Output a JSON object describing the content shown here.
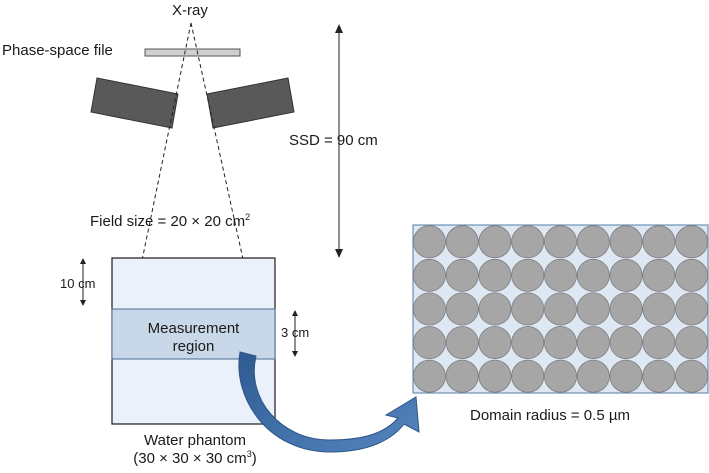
{
  "labels": {
    "source": "X-ray",
    "phase_space": "Phase-space file",
    "ssd": "SSD = 90 cm",
    "field_size_prefix": "Field size = 20 × 20 cm",
    "field_size_sup": "2",
    "depth": "10 cm",
    "region_line1": "Measurement",
    "region_line2": "region",
    "region_thickness": "3 cm",
    "phantom_line1": "Water phantom",
    "phantom_line2_prefix": "(30 × 30 × 30 cm",
    "phantom_line2_sup": "3",
    "phantom_line2_suffix": ")",
    "domain_radius": "Domain radius = 0.5 µm"
  },
  "domain_grid": {
    "rows": 5,
    "cols": 9
  },
  "colors": {
    "collimator": "#595959",
    "phase_space_plate": "#cfcfcf",
    "phantom_fill": "#eaf1fa",
    "region_fill": "#c9d8e8",
    "outline": "#1a1a1a",
    "grid_border": "#6f8fb5",
    "grid_bg": "#dde8f4",
    "domain_circle": "#a6a6a6",
    "arrow": "#3f6ea5"
  }
}
